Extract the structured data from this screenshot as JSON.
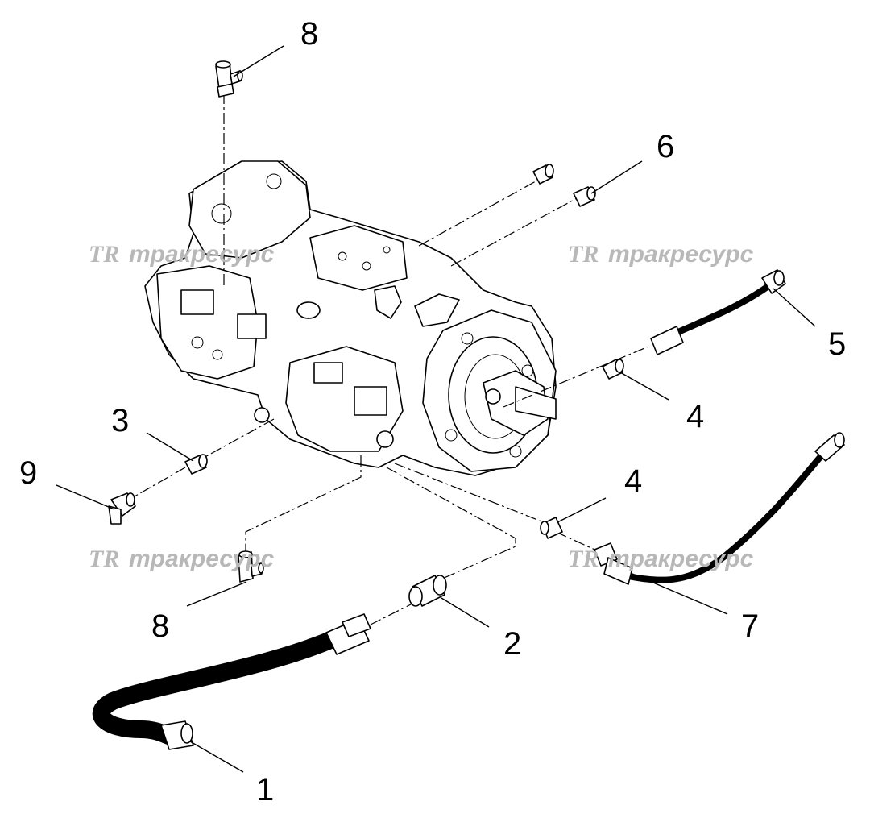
{
  "watermark": {
    "logo": "TR",
    "text": "тракресурс"
  },
  "callouts": [
    {
      "id": "c1",
      "text": "1"
    },
    {
      "id": "c2",
      "text": "2"
    },
    {
      "id": "c3",
      "text": "3"
    },
    {
      "id": "c4a",
      "text": "4"
    },
    {
      "id": "c4b",
      "text": "4"
    },
    {
      "id": "c5",
      "text": "5"
    },
    {
      "id": "c6",
      "text": "6"
    },
    {
      "id": "c7",
      "text": "7"
    },
    {
      "id": "c8a",
      "text": "8"
    },
    {
      "id": "c8b",
      "text": "8"
    },
    {
      "id": "c9",
      "text": "9"
    }
  ]
}
